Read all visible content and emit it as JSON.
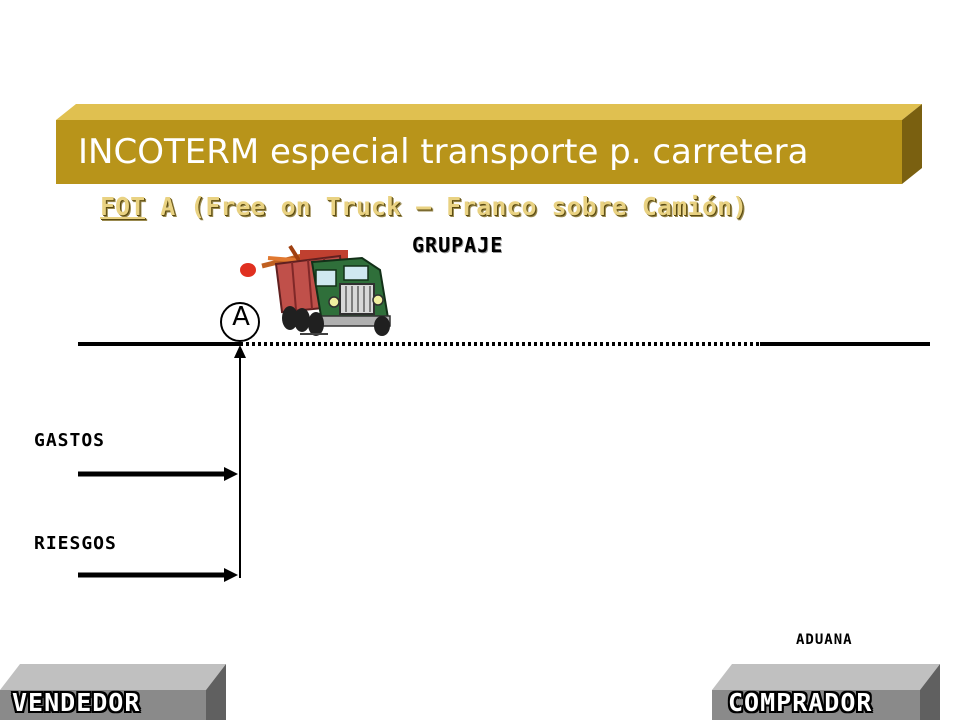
{
  "banner": {
    "text": "INCOTERM especial transporte p. carretera"
  },
  "subtitle": {
    "term": "FOT",
    "rest": " A (Free on Truck – Franco sobre Camión)"
  },
  "mode": {
    "text": "GRUPAJE"
  },
  "point": {
    "label": "A"
  },
  "rows": {
    "gastos": "GASTOS",
    "riesgos": "RIESGOS"
  },
  "customs": {
    "label": "ADUANA"
  },
  "parties": {
    "seller": "VENDEDOR",
    "buyer": "COMPRADOR"
  },
  "colors": {
    "banner_face": "#b8941a",
    "banner_top": "#e0c050",
    "banner_side": "#7a6010",
    "subtitle": "#e9d282",
    "box_face": "#8a8a8a",
    "box_top": "#c0c0c0",
    "box_side": "#606060"
  },
  "icons": [
    "dump-truck-icon"
  ]
}
